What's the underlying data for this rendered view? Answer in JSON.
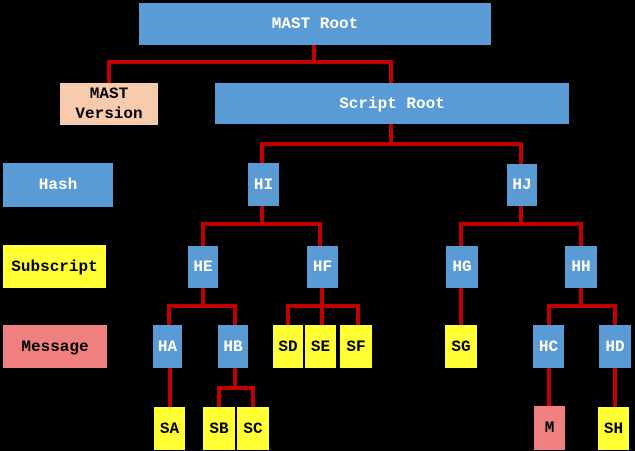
{
  "colors": {
    "hash_blue": "#5b9bd5",
    "subscript_yellow": "#ffff33",
    "message_pink": "#f08080",
    "version_peach": "#f8cbad",
    "connector_red": "#c00000",
    "background": "#000000"
  },
  "legend": {
    "hash": {
      "label": "Hash"
    },
    "subscript": {
      "label": "Subscript"
    },
    "message": {
      "label": "Message"
    }
  },
  "nodes": {
    "mast_root": {
      "label": "MAST Root"
    },
    "mast_version": {
      "label": "MAST Version"
    },
    "script_root": {
      "label": "Script Root"
    },
    "hi": {
      "label": "HI"
    },
    "hj": {
      "label": "HJ"
    },
    "he": {
      "label": "HE"
    },
    "hf": {
      "label": "HF"
    },
    "hg": {
      "label": "HG"
    },
    "hh": {
      "label": "HH"
    },
    "ha": {
      "label": "HA"
    },
    "hb": {
      "label": "HB"
    },
    "hc": {
      "label": "HC"
    },
    "hd": {
      "label": "HD"
    },
    "sd": {
      "label": "SD"
    },
    "se": {
      "label": "SE"
    },
    "sf": {
      "label": "SF"
    },
    "sg": {
      "label": "SG"
    },
    "sa": {
      "label": "SA"
    },
    "sb": {
      "label": "SB"
    },
    "sc": {
      "label": "SC"
    },
    "sh": {
      "label": "SH"
    },
    "m": {
      "label": "M"
    }
  },
  "structure": {
    "MAST Root": [
      "MAST Version",
      "Script Root"
    ],
    "Script Root": [
      "HI",
      "HJ"
    ],
    "HI": [
      "HE",
      "HF"
    ],
    "HJ": [
      "HG",
      "HH"
    ],
    "HE": [
      "HA",
      "HB"
    ],
    "HF": [
      "SD",
      "SE",
      "SF"
    ],
    "HG": [
      "SG"
    ],
    "HH": [
      "HC",
      "HD"
    ],
    "HA": [
      "SA"
    ],
    "HB": [
      "SB",
      "SC"
    ],
    "HC": [
      "M"
    ],
    "HD": [
      "SH"
    ]
  }
}
